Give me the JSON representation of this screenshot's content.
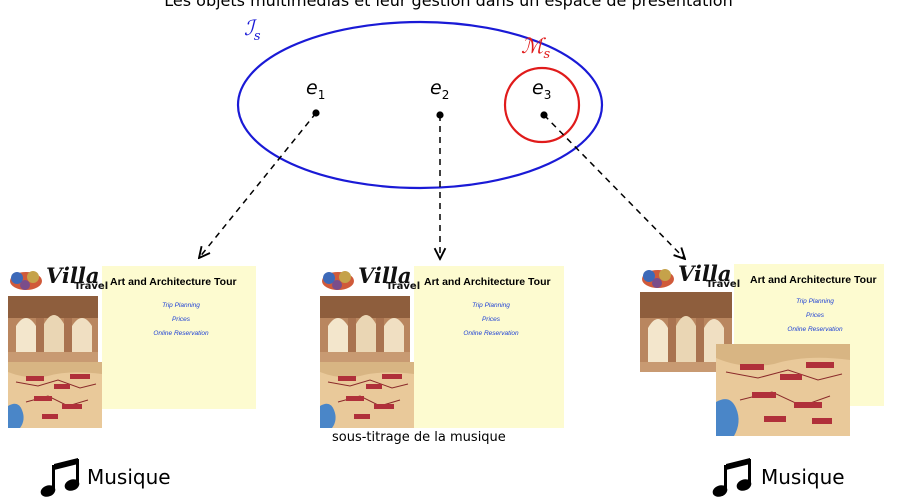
{
  "header_text": "Les objets multimédias et leur gestion dans un espace de présentation",
  "sets": {
    "I": {
      "symbol": "ℐ",
      "subscript": "s",
      "color": "#1a1ad6"
    },
    "M": {
      "symbol": "ℳ",
      "subscript": "s",
      "color": "#e01b1b"
    }
  },
  "elements": [
    {
      "base": "e",
      "subscript": "1"
    },
    {
      "base": "e",
      "subscript": "2"
    },
    {
      "base": "e",
      "subscript": "3"
    }
  ],
  "page": {
    "logo_word": "Villa",
    "logo_sub": "Travel",
    "title": "Art and Architecture Tour",
    "menu": [
      "Trip Planning",
      "Prices",
      "Online Reservation"
    ]
  },
  "caption_middle": "sous-titrage de la musique",
  "audio_label_left": "Musique",
  "audio_label_right": "Musique",
  "colors": {
    "ellipse": "#1a1ad6",
    "circle": "#e01b1b",
    "menu_link": "#1c3fd6",
    "panel": "#fdfbd0"
  },
  "icons": [
    "music-note-icon"
  ]
}
